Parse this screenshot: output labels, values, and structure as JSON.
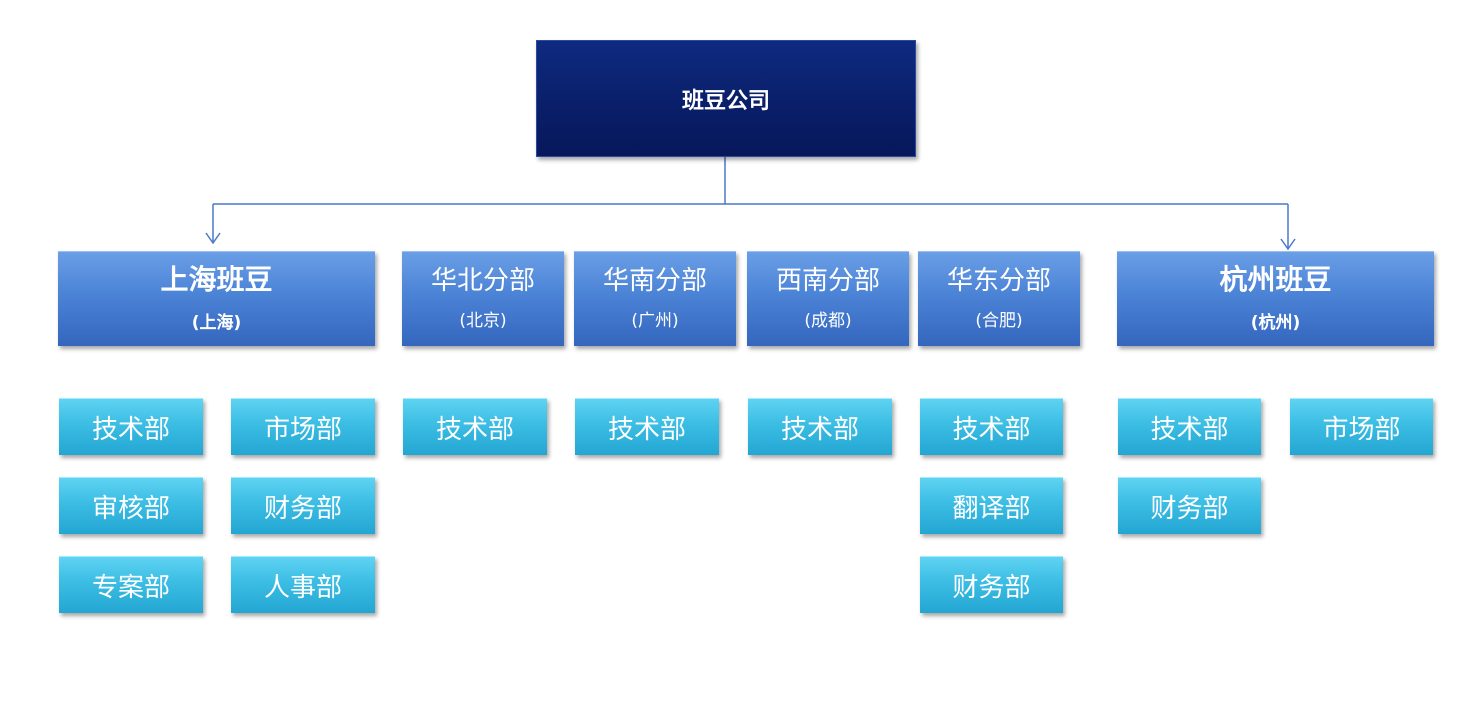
{
  "root": {
    "label": "班豆公司"
  },
  "branches": [
    {
      "name": "上海班豆",
      "city": "(上海)",
      "departments": [
        "技术部",
        "市场部",
        "审核部",
        "财务部",
        "专案部",
        "人事部"
      ]
    },
    {
      "name": "华北分部",
      "city": "(北京)",
      "departments": [
        "技术部"
      ]
    },
    {
      "name": "华南分部",
      "city": "(广州)",
      "departments": [
        "技术部"
      ]
    },
    {
      "name": "西南分部",
      "city": "(成都)",
      "departments": [
        "技术部"
      ]
    },
    {
      "name": "华东分部",
      "city": "(合肥)",
      "departments": [
        "技术部",
        "翻译部",
        "财务部"
      ]
    },
    {
      "name": "杭州班豆",
      "city": "(杭州)",
      "departments": [
        "技术部",
        "市场部",
        "财务部"
      ]
    }
  ],
  "colors": {
    "root": "#0a1f6a",
    "branch": "#4b83d6",
    "department": "#3bbde4",
    "connector": "#4a78c8"
  }
}
